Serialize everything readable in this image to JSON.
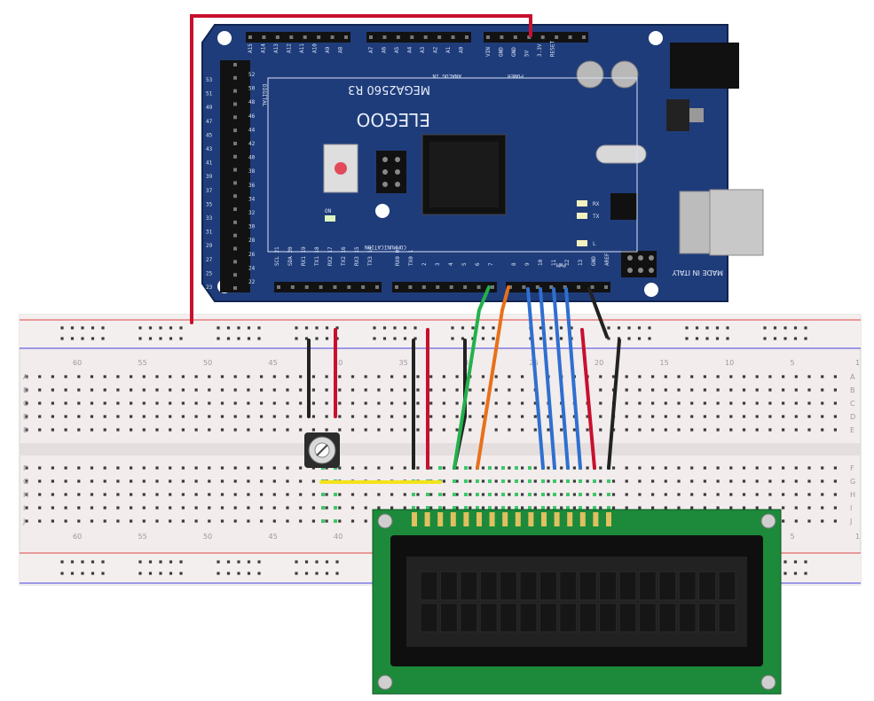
{
  "board": {
    "brand": "ELEGOO",
    "model": "MEGA2560 R3",
    "made_in": "MADE IN ITALY",
    "section_digital": "DIGITAL",
    "section_communication": "COMMUNICATION",
    "section_power": "POWER",
    "section_analog_in": "ANALOG IN",
    "section_pwm": "PWM",
    "led_on": "ON",
    "led_rx": "RX",
    "led_tx": "TX",
    "led_l": "L",
    "pin_labels_top_left": [
      "A15",
      "A14",
      "A13",
      "A12",
      "A11",
      "A10",
      "A9",
      "A8"
    ],
    "pin_labels_top_mid": [
      "A7",
      "A6",
      "A5",
      "A4",
      "A3",
      "A2",
      "A1",
      "A0"
    ],
    "pin_labels_power": [
      "VIN",
      "GND",
      "GND",
      "5V",
      "3.3V",
      "RESET"
    ],
    "pin_labels_digital": [
      "52",
      "50",
      "48",
      "46",
      "44",
      "42",
      "40",
      "38",
      "36",
      "34",
      "32",
      "30",
      "28",
      "26",
      "24",
      "22"
    ],
    "pin_labels_digital_b": [
      "53",
      "51",
      "49",
      "47",
      "45",
      "43",
      "41",
      "39",
      "37",
      "35",
      "33",
      "31",
      "29",
      "27",
      "25",
      "23"
    ],
    "pin_labels_comm": [
      "SCL 21",
      "SDA 20",
      "RX1 19",
      "TX1 18",
      "RX2 17",
      "TX2 16",
      "RX3 15",
      "TX3 14"
    ],
    "pin_labels_pwm": [
      "7",
      "6",
      "5",
      "4",
      "3",
      "2",
      "TX0 1",
      "RX0 0"
    ],
    "pin_labels_pwm_right": [
      "AREF",
      "GND",
      "13",
      "12",
      "11",
      "10",
      "9",
      "8"
    ]
  },
  "breadboard": {
    "row_letters_top": [
      "A",
      "B",
      "C",
      "D",
      "E"
    ],
    "row_letters_bottom": [
      "F",
      "G",
      "H",
      "I",
      "J"
    ],
    "column_numbers": [
      "60",
      "55",
      "50",
      "45",
      "40",
      "35",
      "30",
      "25",
      "20",
      "15",
      "10",
      "5",
      "1"
    ]
  },
  "components": {
    "potentiometer": "potentiometer",
    "lcd": "16x2 LCD"
  },
  "colors": {
    "board_blue": "#1f3c7a",
    "breadboard": "#f2ecec",
    "wire_red": "#c8102e",
    "wire_black": "#222222",
    "wire_blue": "#2f6fd0",
    "wire_green": "#22b14c",
    "wire_orange": "#e8701a",
    "wire_yellow": "#f4e21b",
    "lcd_pcb": "#1c8a3a"
  }
}
